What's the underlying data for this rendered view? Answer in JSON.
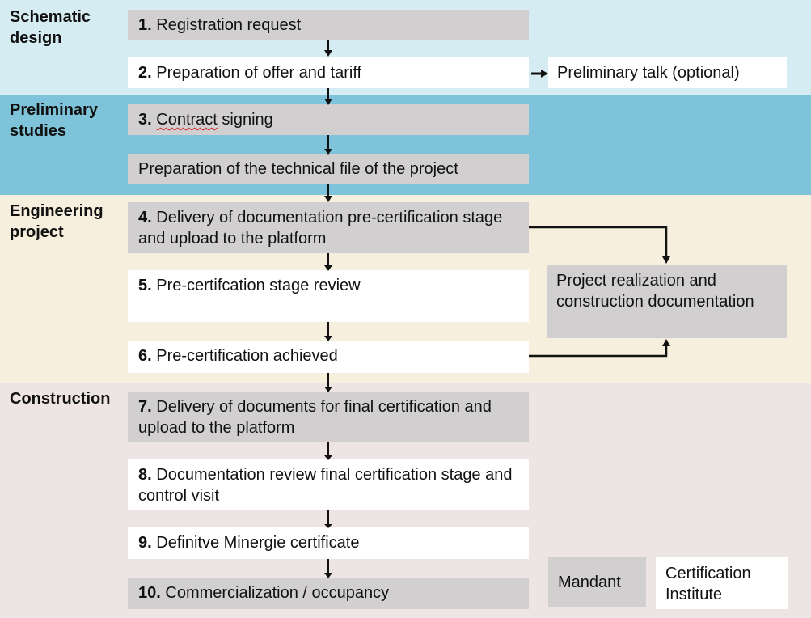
{
  "phases": {
    "schematic": "Schematic\ndesign",
    "preliminary": "Preliminary\nstudies",
    "engineering": "Engineering\nproject",
    "construction": "Construction"
  },
  "steps": [
    {
      "num": "1.",
      "text": "Registration request"
    },
    {
      "num": "2.",
      "text": "Preparation of offer and tariff"
    },
    {
      "num": "3.",
      "text_pre": "Contract",
      "text_post": " signing"
    },
    {
      "num": "",
      "text": "Preparation of the technical file of the project"
    },
    {
      "num": "4.",
      "text": "Delivery of documentation pre-certification stage and upload to the platform"
    },
    {
      "num": "5.",
      "text": "Pre-certifcation stage review"
    },
    {
      "num": "6.",
      "text": "Pre-certification achieved"
    },
    {
      "num": "7.",
      "text": "Delivery of documents for final certification and upload to the platform"
    },
    {
      "num": "8.",
      "text": "Documentation review final certification stage and control visit"
    },
    {
      "num": "9.",
      "text": "Definitve Minergie certificate"
    },
    {
      "num": "10.",
      "text": "Commercialization / occupancy"
    }
  ],
  "side": {
    "preliminary_talk": "Preliminary talk (optional)",
    "project_realization": "Project realization and construction documentation"
  },
  "legend": {
    "mandant": "Mandant",
    "certification_institute": "Certification Institute"
  },
  "colors": {
    "mandant_gray": "#d1cfcf",
    "institute_white": "#ffffff",
    "schematic_band": "#d6ecf3",
    "preliminary_band": "#7ec3d9",
    "engineering_band": "#f7efde",
    "construction_band": "#ece5e4"
  }
}
